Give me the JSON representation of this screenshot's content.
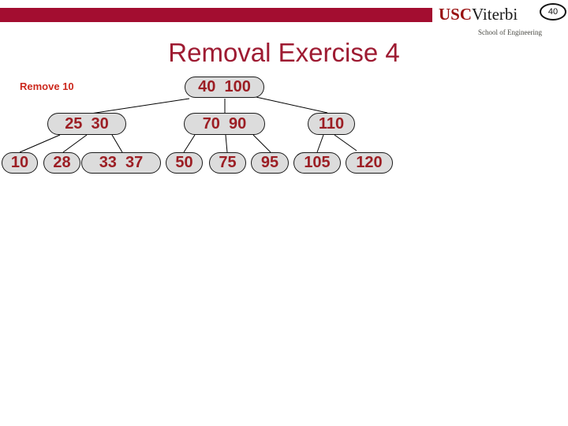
{
  "slide": {
    "number": "40",
    "title": "Removal Exercise 4",
    "instruction": "Remove 10"
  },
  "logo": {
    "usc": "USC",
    "viterbi": "Viterbi",
    "school": "School of Engineering"
  },
  "colors": {
    "accent_bar": "#A30D30",
    "title_text": "#9E1B32",
    "node_fill": "#DCDCDC",
    "node_text": "#9C1E24",
    "instruction_text": "#CC291E",
    "edge_stroke": "#000000"
  },
  "tree": {
    "description": "B-tree removal exercise diagram",
    "nodes": [
      {
        "id": "root",
        "level": 0,
        "keys": [
          40,
          100
        ],
        "label": "40  100"
      },
      {
        "id": "n25-30",
        "level": 1,
        "keys": [
          25,
          30
        ],
        "label": "25  30"
      },
      {
        "id": "n70-90",
        "level": 1,
        "keys": [
          70,
          90
        ],
        "label": "70  90"
      },
      {
        "id": "n110",
        "level": 1,
        "keys": [
          110
        ],
        "label": "110"
      },
      {
        "id": "n10",
        "level": 2,
        "keys": [
          10
        ],
        "label": "10"
      },
      {
        "id": "n28",
        "level": 2,
        "keys": [
          28
        ],
        "label": "28"
      },
      {
        "id": "n33-37",
        "level": 2,
        "keys": [
          33,
          37
        ],
        "label": "33  37"
      },
      {
        "id": "n50",
        "level": 2,
        "keys": [
          50
        ],
        "label": "50"
      },
      {
        "id": "n75",
        "level": 2,
        "keys": [
          75
        ],
        "label": "75"
      },
      {
        "id": "n95",
        "level": 2,
        "keys": [
          95
        ],
        "label": "95"
      },
      {
        "id": "n105",
        "level": 2,
        "keys": [
          105
        ],
        "label": "105"
      },
      {
        "id": "n120",
        "level": 2,
        "keys": [
          120
        ],
        "label": "120"
      }
    ],
    "edges": [
      {
        "from": "root",
        "to": "n25-30"
      },
      {
        "from": "root",
        "to": "n70-90"
      },
      {
        "from": "root",
        "to": "n110"
      },
      {
        "from": "n25-30",
        "to": "n10"
      },
      {
        "from": "n25-30",
        "to": "n28"
      },
      {
        "from": "n25-30",
        "to": "n33-37"
      },
      {
        "from": "n70-90",
        "to": "n50"
      },
      {
        "from": "n70-90",
        "to": "n75"
      },
      {
        "from": "n70-90",
        "to": "n95"
      },
      {
        "from": "n110",
        "to": "n105"
      },
      {
        "from": "n110",
        "to": "n120"
      }
    ]
  }
}
